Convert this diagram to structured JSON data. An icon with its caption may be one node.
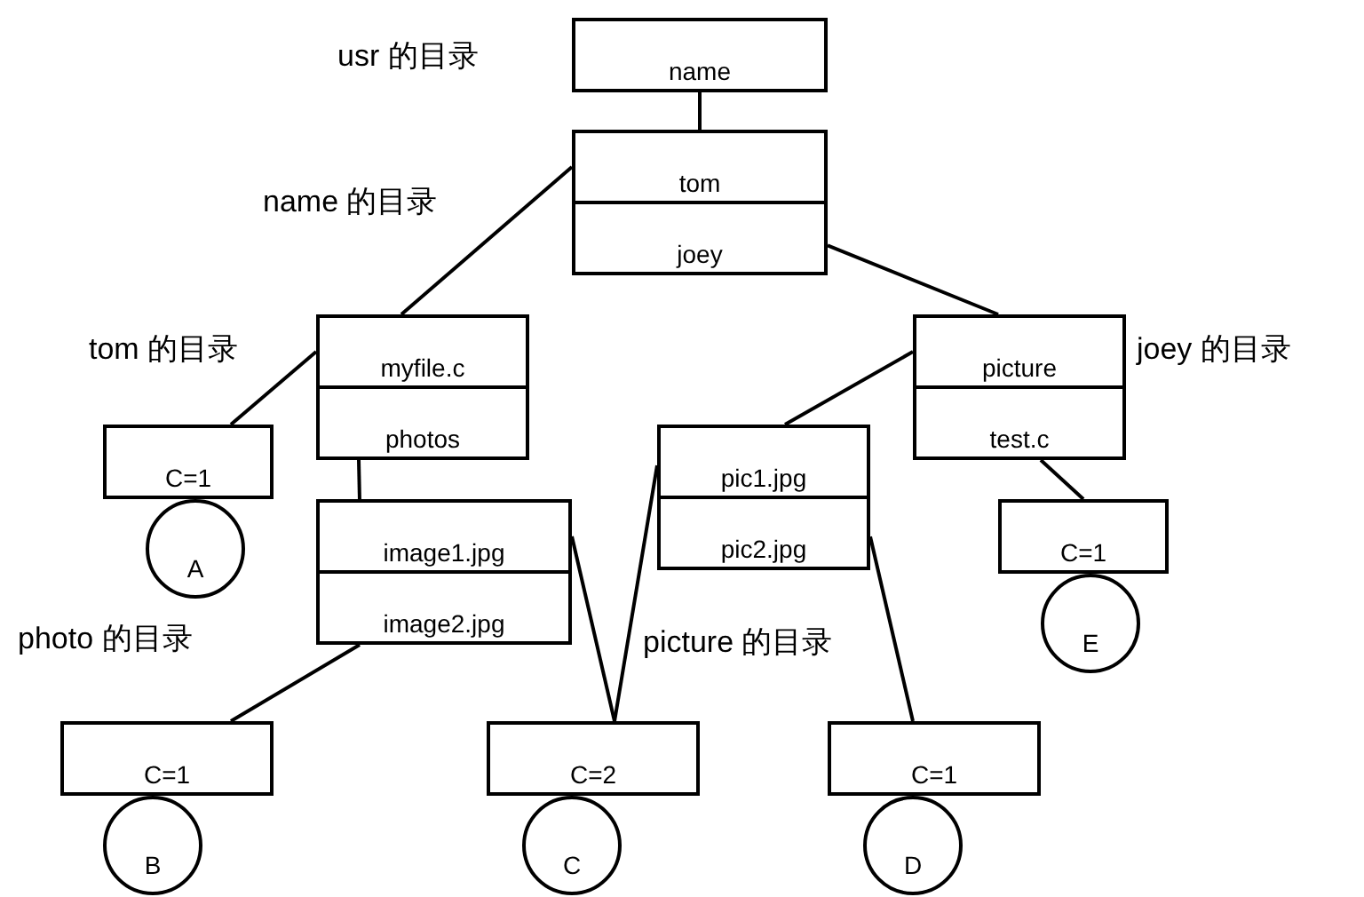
{
  "diagram": {
    "nodes": [
      {
        "text": [
          "name"
        ]
      },
      {
        "text": [
          "tom"
        ]
      },
      {
        "text": [
          "joey"
        ]
      },
      {
        "text": [
          "myfile.c"
        ]
      },
      {
        "text": [
          "photos"
        ]
      },
      {
        "text": [
          "picture"
        ]
      },
      {
        "text": [
          "test.c"
        ]
      },
      {
        "text": [
          "C=1"
        ]
      },
      {
        "text": [
          "A"
        ]
      },
      {
        "text": [
          "image1.jpg"
        ]
      },
      {
        "text": [
          "image2.jpg"
        ]
      },
      {
        "text": [
          "pic1.jpg"
        ]
      },
      {
        "text": [
          "pic2.jpg"
        ]
      },
      {
        "text": [
          "C=1"
        ]
      },
      {
        "text": [
          "E"
        ]
      },
      {
        "text": [
          "C=1"
        ]
      },
      {
        "text": [
          "B"
        ]
      },
      {
        "text": [
          "C=2"
        ]
      },
      {
        "text": [
          "C"
        ]
      },
      {
        "text": [
          "C=1"
        ]
      },
      {
        "text": [
          "D"
        ]
      }
    ],
    "edges": [
      {
        "from": 0,
        "to": 1,
        "arrow": "none"
      },
      {
        "from": 1,
        "to": 3,
        "arrow": "none"
      },
      {
        "from": 2,
        "to": 5,
        "arrow": "none"
      },
      {
        "from": 3,
        "to": 7,
        "arrow": "none"
      },
      {
        "from": 4,
        "to": 9,
        "arrow": "none"
      },
      {
        "from": 5,
        "to": 11,
        "arrow": "none"
      },
      {
        "from": 6,
        "to": 13,
        "arrow": "none"
      },
      {
        "from": 10,
        "to": 15,
        "arrow": "none"
      },
      {
        "from": 9,
        "to": 17,
        "arrow": "none"
      },
      {
        "from": 11,
        "to": 17,
        "arrow": "none"
      },
      {
        "from": 12,
        "to": 19,
        "arrow": "none"
      }
    ],
    "labels": [
      "usr 的目录",
      "name 的目录",
      "tom 的目录",
      "joey 的目录",
      "photo 的目录",
      "picture 的目录"
    ]
  }
}
